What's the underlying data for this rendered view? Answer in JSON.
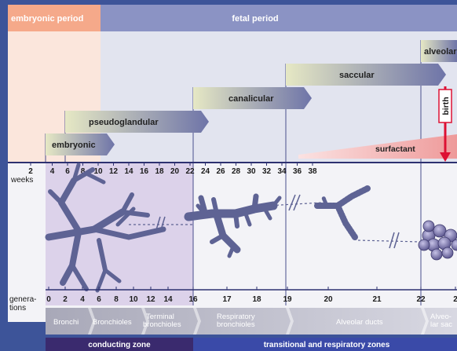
{
  "periods": {
    "embryonic": "embryonic period",
    "fetal": "fetal period"
  },
  "stages": [
    {
      "name": "embryonic"
    },
    {
      "name": "pseudoglandular"
    },
    {
      "name": "canalicular"
    },
    {
      "name": "saccular"
    },
    {
      "name": "alveolar"
    }
  ],
  "birth_label": "birth",
  "surfactant_label": "surfactant",
  "weeks": {
    "label": "weeks",
    "ticks": [
      "2",
      "4",
      "6",
      "8",
      "10",
      "12",
      "14",
      "16",
      "18",
      "20",
      "22",
      "24",
      "26",
      "28",
      "30",
      "32",
      "34",
      "36",
      "38"
    ]
  },
  "generations": {
    "label_line1": "genera-",
    "label_line2": "tions",
    "ticks": [
      "0",
      "2",
      "4",
      "6",
      "8",
      "10",
      "12",
      "14",
      "16",
      "17",
      "18",
      "19",
      "20",
      "21",
      "22",
      "2"
    ]
  },
  "structures": [
    {
      "line1": "Bronchi",
      "line2": ""
    },
    {
      "line1": "Bronchioles",
      "line2": ""
    },
    {
      "line1": "Terminal",
      "line2": "bronchioles"
    },
    {
      "line1": "Respiratory",
      "line2": "bronchioles"
    },
    {
      "line1": "Alveolar ducts",
      "line2": ""
    },
    {
      "line1": "Alveo-",
      "line2": "lar sac"
    }
  ],
  "zones": {
    "conducting": "conducting zone",
    "transitional": "transitional and respiratory zones"
  },
  "colors": {
    "background": "#3d5499",
    "embryonic_period": "#f5a98a",
    "fetal_period": "#8b93c4",
    "purple_shade": "#d8cce6",
    "structure_fill": "#5e6394",
    "surfactant": "#f2b4b4",
    "birth_line": "#dd1133",
    "conducting_zone": "#3a2a6e",
    "transitional_zone": "#3a4aa8"
  }
}
